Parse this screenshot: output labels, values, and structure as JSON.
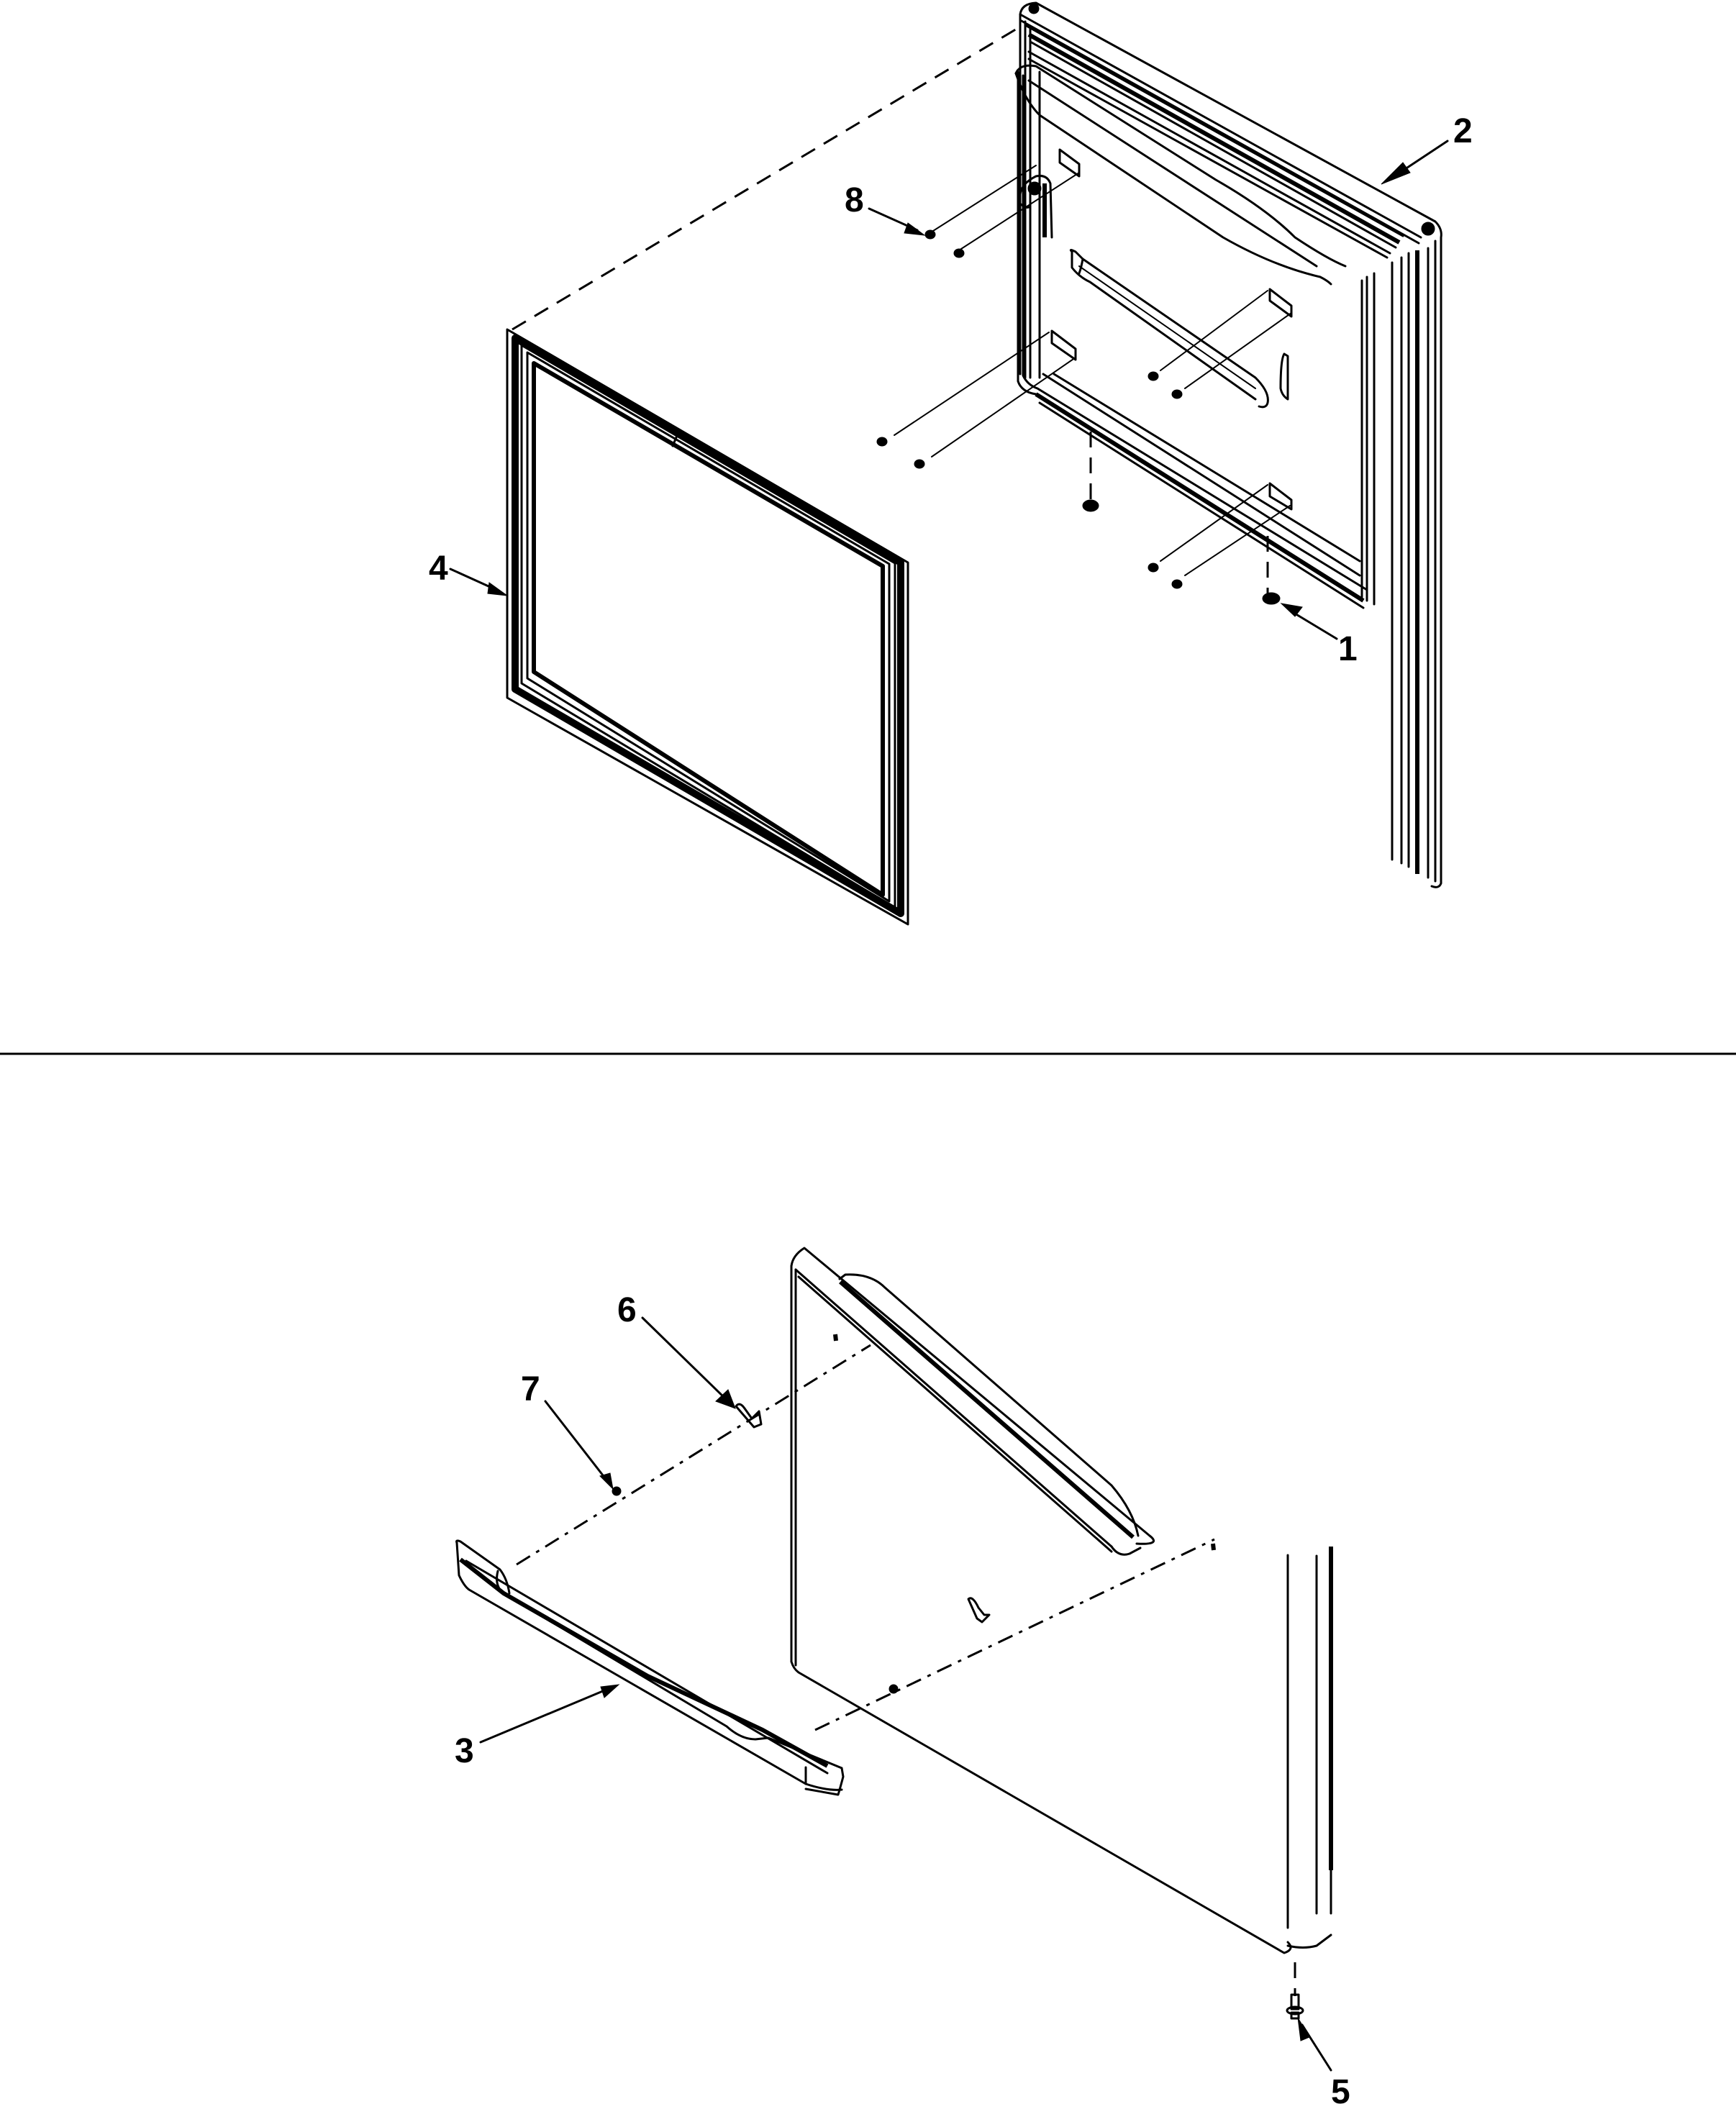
{
  "diagram": {
    "type": "exploded-parts-view",
    "sections": [
      {
        "id": "upper",
        "description": "Upper door assembly with inner liner and gasket",
        "callouts": [
          {
            "label": "1",
            "part": "plug-button"
          },
          {
            "label": "2",
            "part": "door-assembly"
          },
          {
            "label": "4",
            "part": "door-gasket"
          },
          {
            "label": "8",
            "part": "screw"
          }
        ]
      },
      {
        "id": "lower",
        "description": "Lower drawer front with handle and fasteners",
        "callouts": [
          {
            "label": "3",
            "part": "handle"
          },
          {
            "label": "5",
            "part": "shoulder-screw"
          },
          {
            "label": "6",
            "part": "handle-bracket"
          },
          {
            "label": "7",
            "part": "screw"
          }
        ]
      }
    ],
    "labels": {
      "c1": "1",
      "c2": "2",
      "c3": "3",
      "c4": "4",
      "c5": "5",
      "c6": "6",
      "c7": "7",
      "c8": "8"
    },
    "colors": {
      "line": "#000000",
      "background": "#ffffff"
    }
  }
}
